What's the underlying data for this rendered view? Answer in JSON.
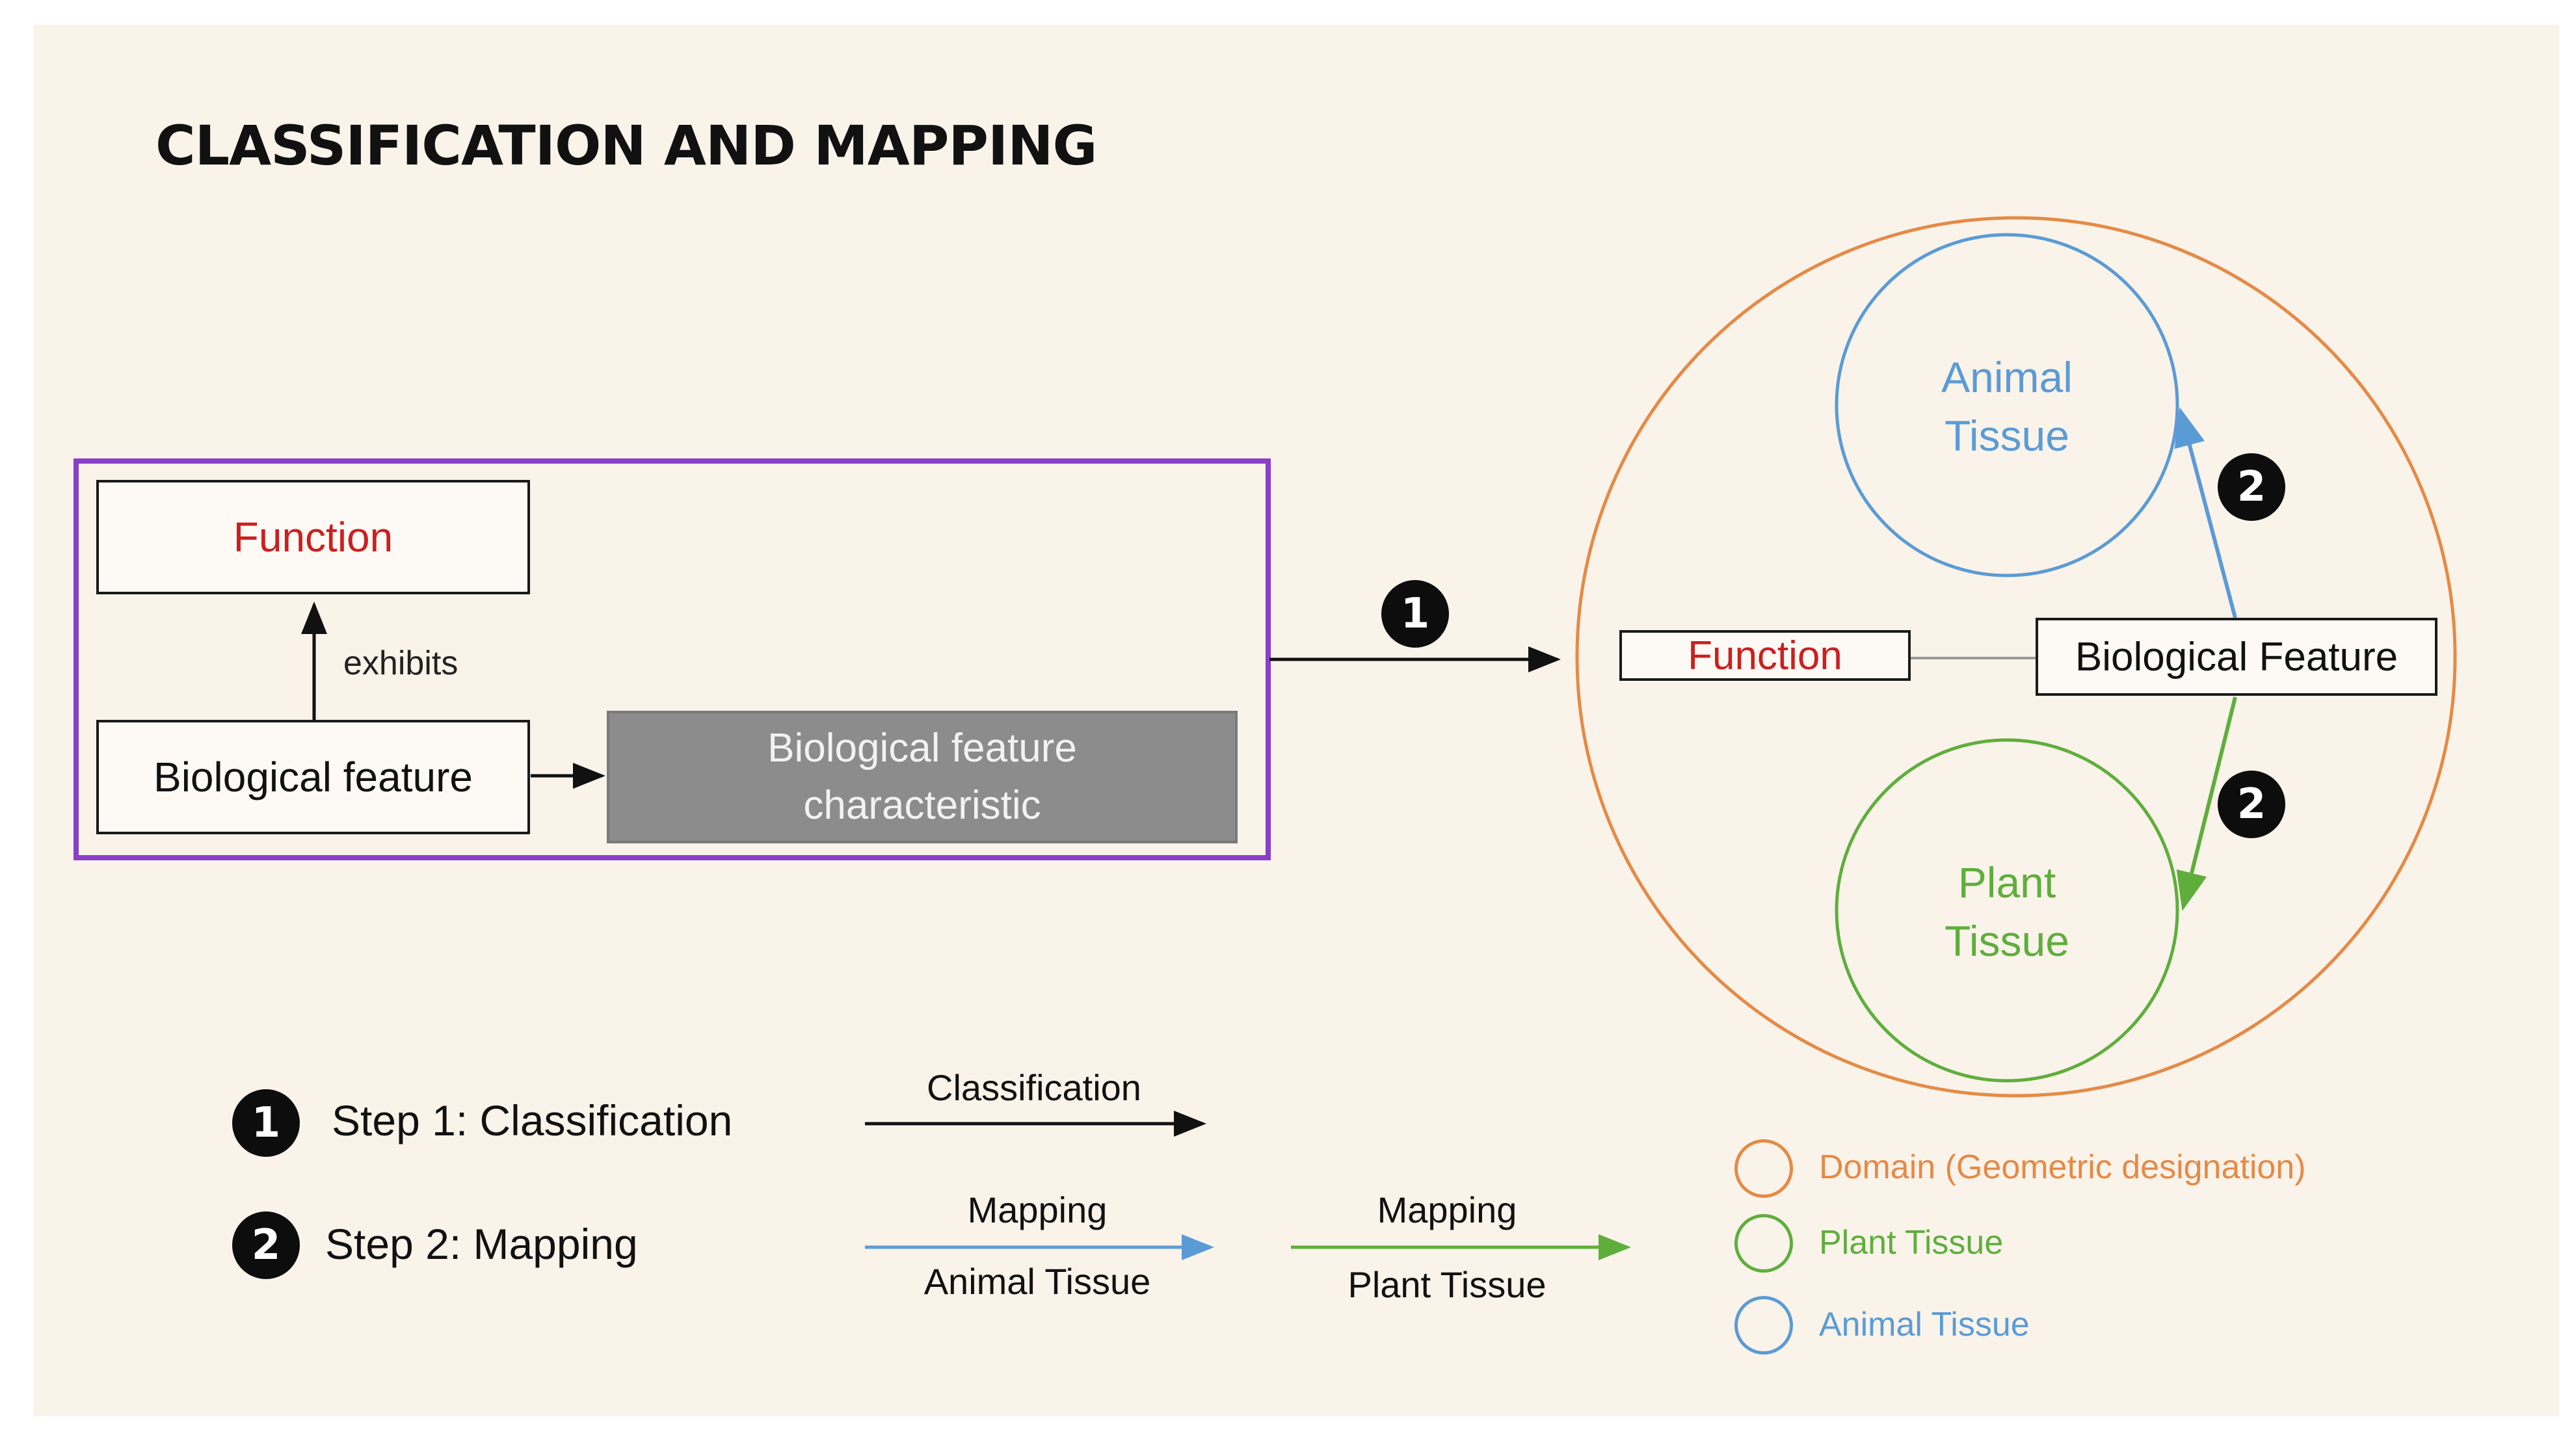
{
  "title": "CLASSIFICATION AND MAPPING",
  "left_panel": {
    "function_label": "Function",
    "exhibits_label": "exhibits",
    "biological_feature_label": "Biological feature",
    "characteristic_label_line1": "Biological feature",
    "characteristic_label_line2": "characteristic"
  },
  "step1_badge": "1",
  "domain": {
    "function_label": "Function",
    "biological_feature_label": "Biological Feature",
    "animal_tissue_line1": "Animal",
    "animal_tissue_line2": "Tissue",
    "plant_tissue_line1": "Plant",
    "plant_tissue_line2": "Tissue",
    "mapping_badge_top": "2",
    "mapping_badge_bottom": "2"
  },
  "steps": {
    "step1_badge": "1",
    "step1_label": "Step 1: Classification",
    "step2_badge": "2",
    "step2_label": "Step 2: Mapping"
  },
  "arrow_legend": {
    "classification_label": "Classification",
    "mapping_animal_top": "Mapping",
    "mapping_animal_bottom": "Animal Tissue",
    "mapping_plant_top": "Mapping",
    "mapping_plant_bottom": "Plant Tissue"
  },
  "shape_legend": {
    "domain_label": "Domain (Geometric designation)",
    "plant_label": "Plant Tissue",
    "animal_label": "Animal Tissue"
  },
  "colors": {
    "background": "#f9f3ea",
    "purple_frame": "#8a3fc8",
    "orange_domain": "#e58a46",
    "blue_animal": "#5b9bd5",
    "green_plant": "#5fae3c",
    "red_function": "#cc1f1f",
    "gray_box": "#8c8c8c"
  }
}
